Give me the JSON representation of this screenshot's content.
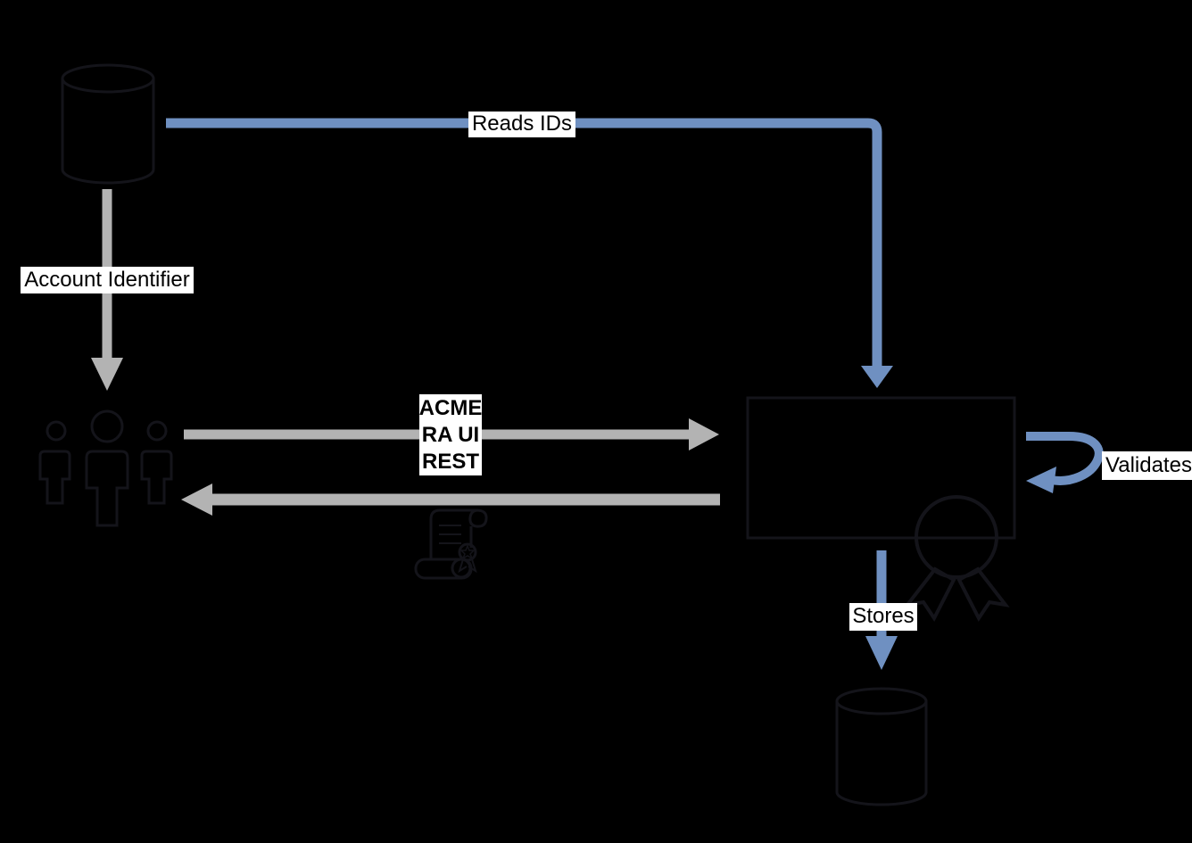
{
  "diagram": {
    "type": "flow-diagram",
    "description_visible_only": true
  },
  "colors": {
    "background": "#000000",
    "blue_arrow": "#6f90c1",
    "gray_arrow": "#b3b3b3",
    "shape_stroke": "#14141a",
    "label_bg": "#ffffff",
    "label_text": "#000000"
  },
  "labels": {
    "reads_ids": "Reads IDs",
    "account_identifier": "Account Identifier",
    "acme_line1": "ACME",
    "acme_line2": "RA UI",
    "acme_line3": "REST",
    "validates": "Validates",
    "stores": "Stores"
  },
  "icons": {
    "top_left": "database-cylinder-icon",
    "left_middle": "users-group-icon",
    "center_right": "process-box",
    "on_box": "award-rosette-icon",
    "under_return_arrow": "certificate-scroll-icon",
    "bottom_right": "database-cylinder-icon"
  },
  "edges": [
    {
      "label": "Reads IDs",
      "from": "top-left-database",
      "to": "process-box",
      "color": "blue"
    },
    {
      "label": "Account Identifier",
      "from": "top-left-database",
      "to": "users-group",
      "color": "gray"
    },
    {
      "label": "ACME RA UI REST",
      "from": "users-group",
      "to": "process-box",
      "color": "gray"
    },
    {
      "label": "",
      "from": "process-box",
      "to": "users-group",
      "color": "gray"
    },
    {
      "label": "Validates",
      "from": "process-box",
      "to": "process-box",
      "color": "blue"
    },
    {
      "label": "Stores",
      "from": "process-box",
      "to": "bottom-database",
      "color": "blue"
    }
  ]
}
